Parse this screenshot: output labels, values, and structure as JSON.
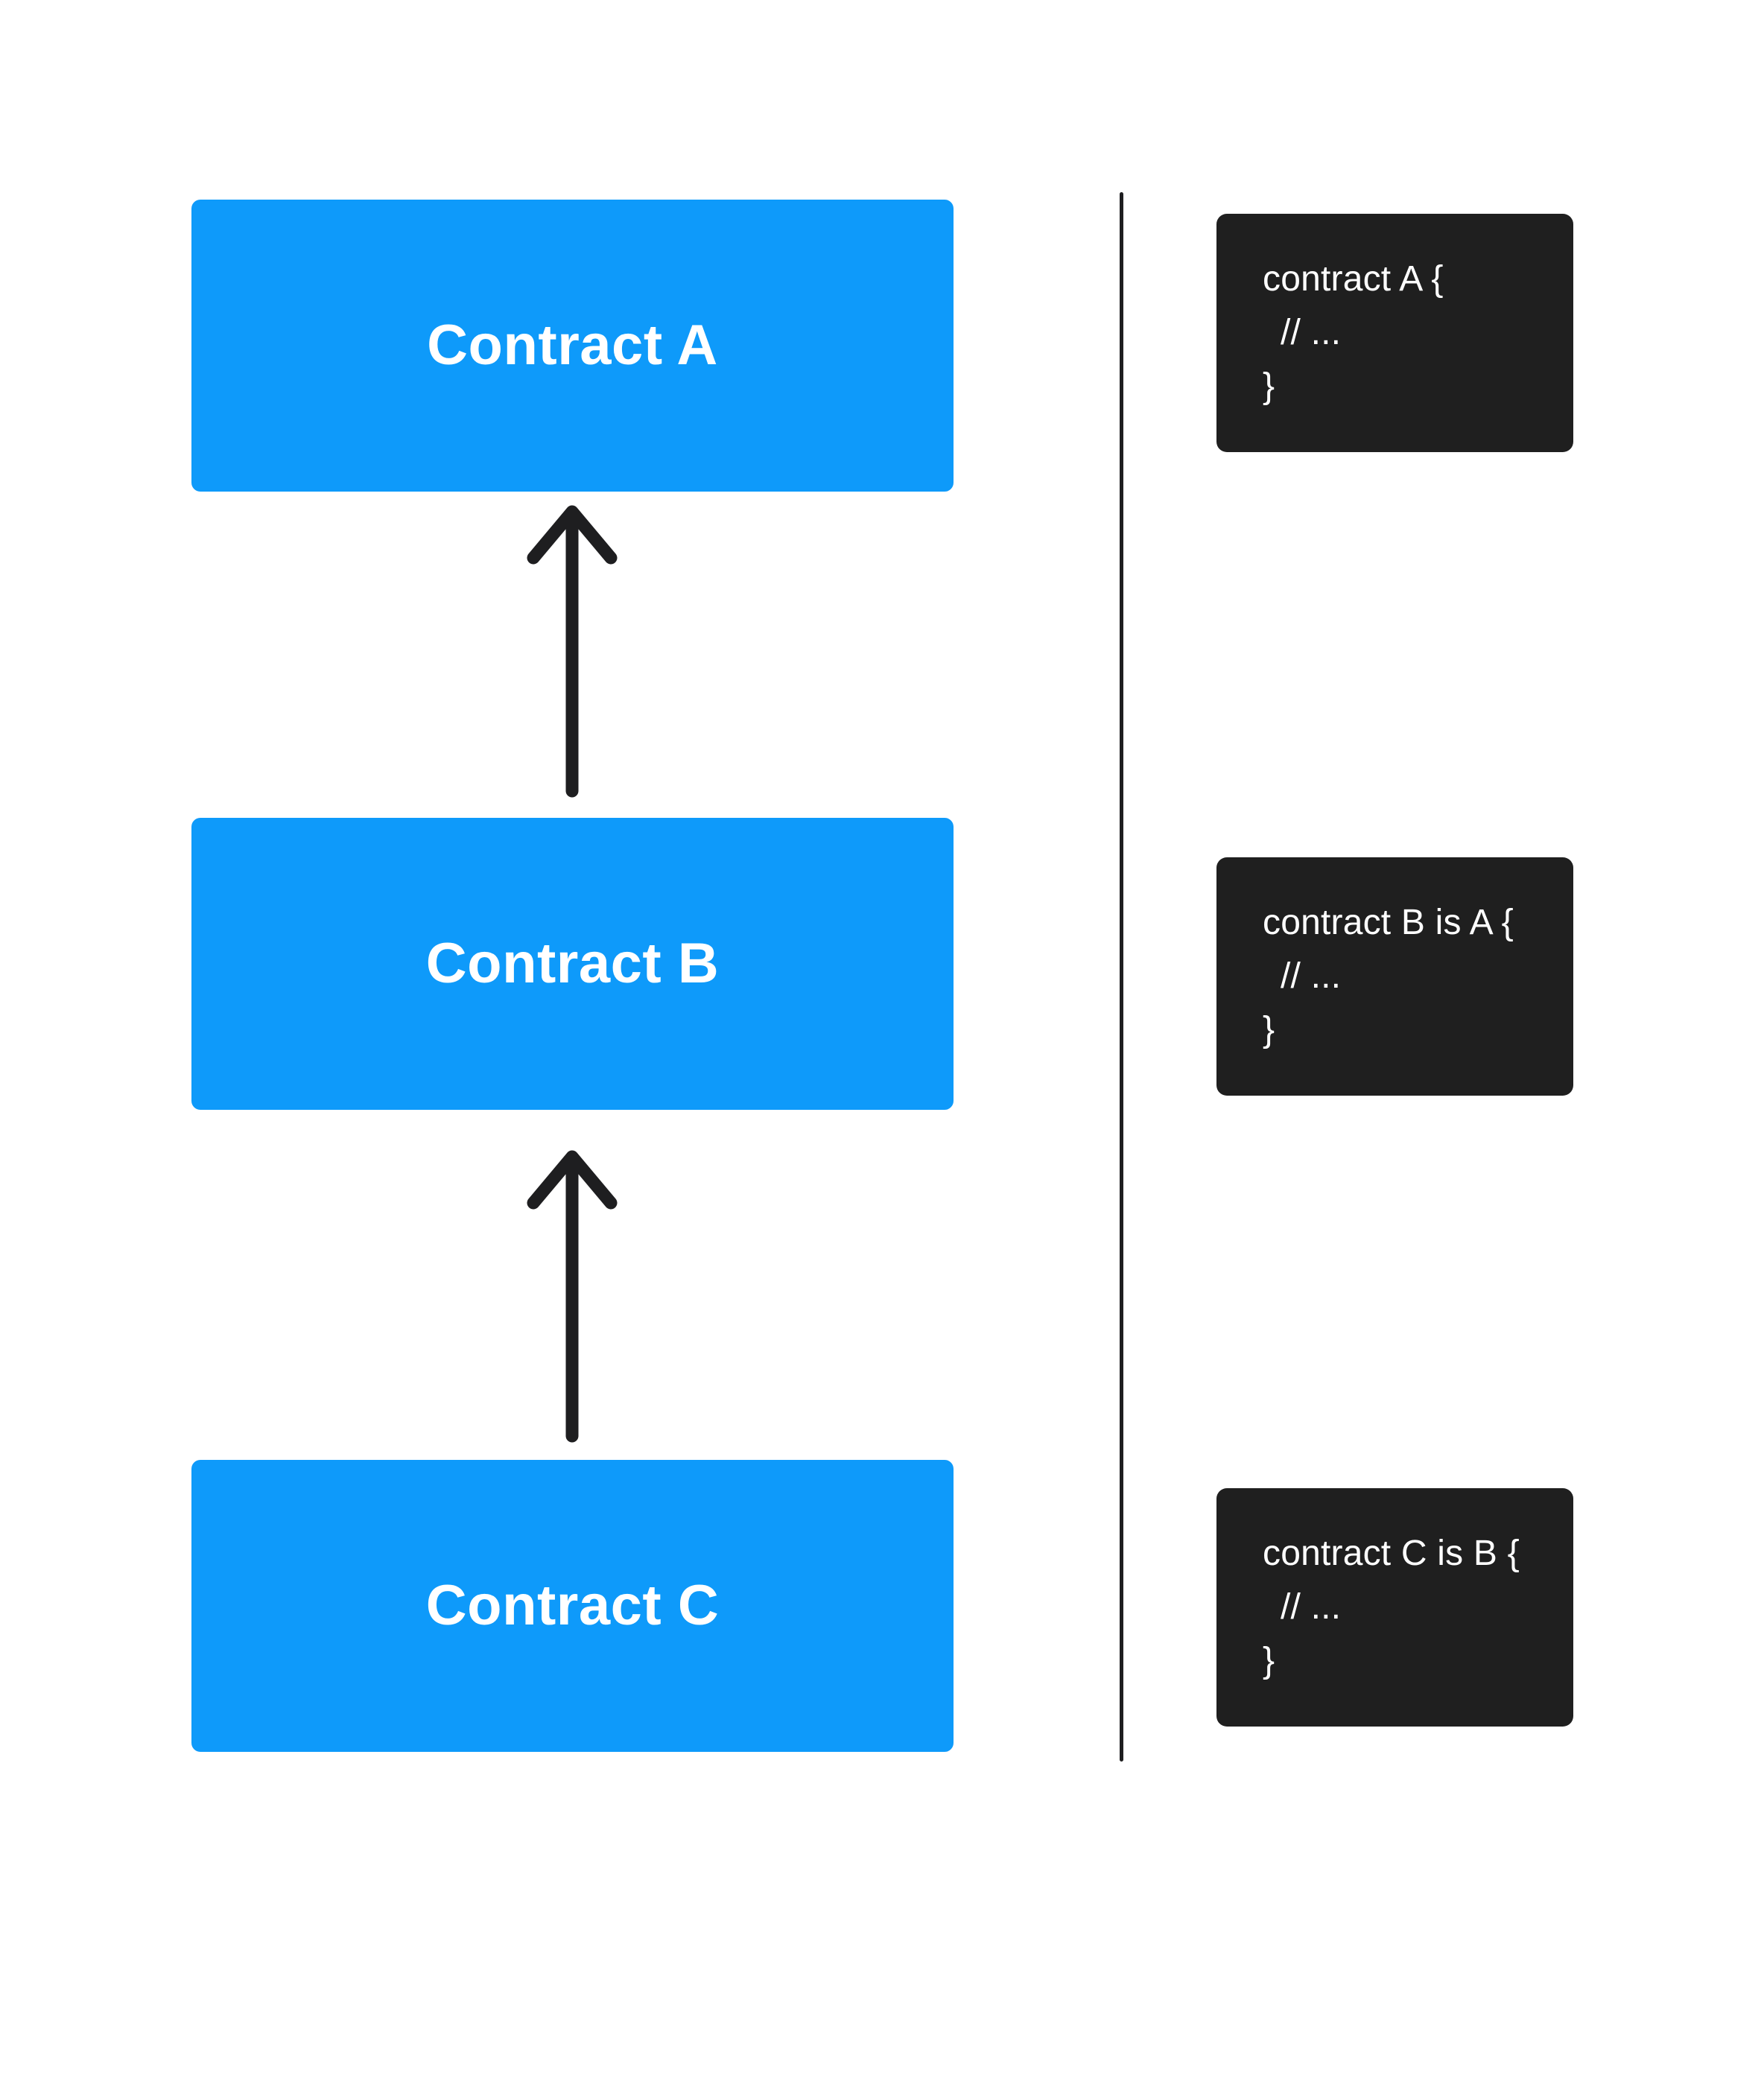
{
  "colors": {
    "node_blue": "#0e9afa",
    "card_dark": "#1f1f1f",
    "arrow_ink": "#1e1e20",
    "background": "#ffffff",
    "text_on_dark": "#ffffff"
  },
  "diagram": {
    "nodes": [
      {
        "label": "Contract A"
      },
      {
        "label": "Contract B"
      },
      {
        "label": "Contract C"
      }
    ],
    "arrows": [
      {
        "name": "arrow-up-icon",
        "direction": "up",
        "from": "Contract B",
        "to": "Contract A"
      },
      {
        "name": "arrow-up-icon",
        "direction": "up",
        "from": "Contract C",
        "to": "Contract B"
      }
    ]
  },
  "code_panel": {
    "snippets": [
      {
        "lines": [
          "contract A {",
          "// ...",
          "}"
        ]
      },
      {
        "lines": [
          "contract B is A {",
          "// ...",
          "}"
        ]
      },
      {
        "lines": [
          "contract C is B {",
          "// ...",
          "}"
        ]
      }
    ]
  }
}
